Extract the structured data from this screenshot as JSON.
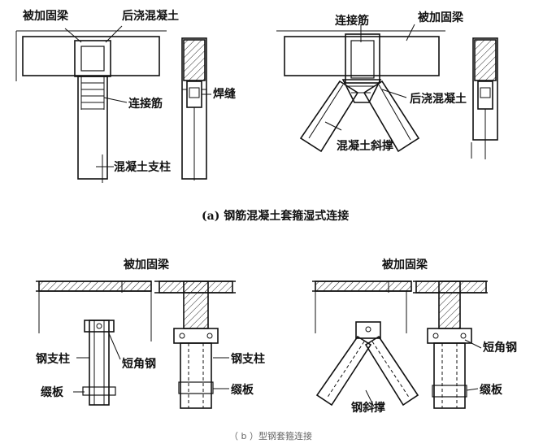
{
  "labels": {
    "a1_beam": "被加固梁",
    "a1_pour": "后浇混凝土",
    "a1_conn": "连接筋",
    "a1_weld": "焊缝",
    "a1_col": "混凝土支柱",
    "a2_conn": "连接筋",
    "a2_beam": "被加固梁",
    "a2_pour": "后浇混凝土",
    "a2_brace": "混凝土斜撑",
    "b1_beam": "被加固梁",
    "b1_col": "钢支柱",
    "b1_angle": "短角钢",
    "b1_col2": "钢支柱",
    "b1_plate": "缀板",
    "b1_plate2": "缀板",
    "b2_beam": "被加固梁",
    "b2_angle": "短角钢",
    "b2_plate": "缀板",
    "b2_brace": "钢斜撑"
  },
  "captions": {
    "a": "(a) 钢筋混凝土套箍湿式连接",
    "b": "（ b ）型钢套箍连接"
  }
}
